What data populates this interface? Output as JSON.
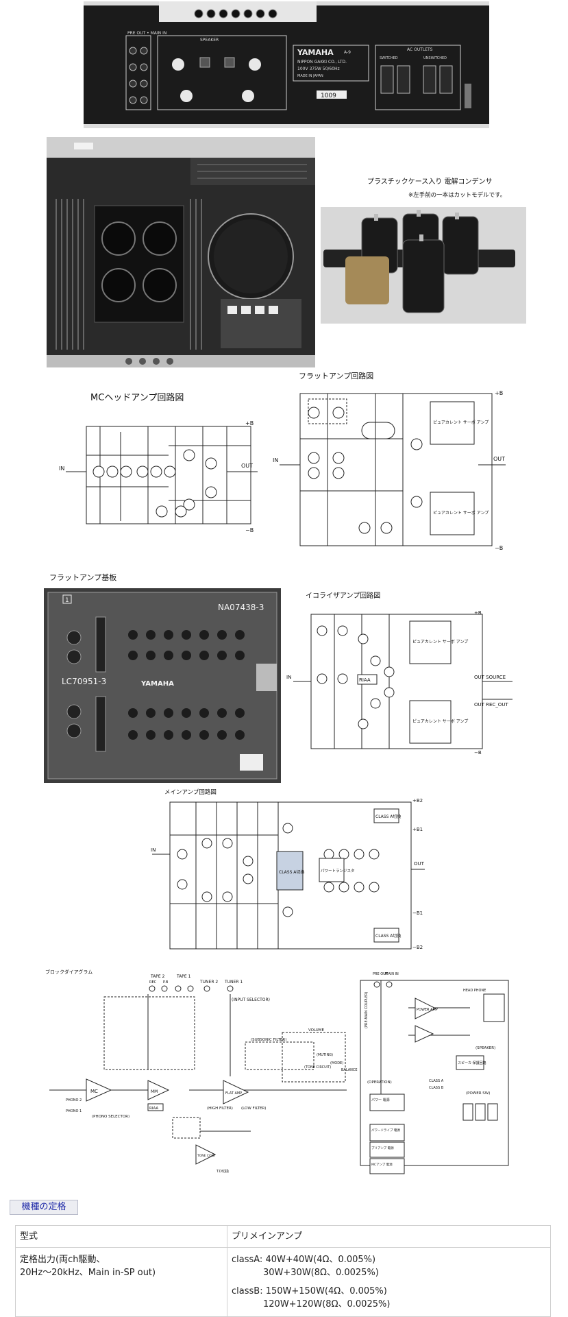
{
  "figures": {
    "rear_panel": {
      "brand": "YAMAHA",
      "model": "A-9",
      "maker": "NIPPON GAKKI CO., LTD.",
      "power": "100V 375W 50/60Hz",
      "made_in": "MADE IN JAPAN",
      "serial": "1009",
      "pre_main_label": "PRE OUT • MAIN IN",
      "speaker_label": "SPEAKER",
      "ac_outlets": "AC OUTLETS",
      "switched": "SWITCHED",
      "unswitched": "UNSWITCHED"
    },
    "capacitor_photo": {
      "caption": "プラスチックケース入り 電解コンデンサ",
      "note": "※左手前の一本はカットモデルです。"
    },
    "mc_head_amp": {
      "title": "MCヘッドアンプ回路図",
      "in": "IN",
      "out": "OUT",
      "plus_b": "+B",
      "minus_b": "−B"
    },
    "flat_amp": {
      "title": "フラットアンプ回路図",
      "in": "IN",
      "out": "OUT",
      "plus_b": "+B",
      "minus_b": "−B",
      "servo_box": "ピュアカレント サーボ アンプ"
    },
    "flat_amp_board": {
      "title": "フラットアンプ基板",
      "code_a": "NA07438-3",
      "code_b": "LC70951-3",
      "brand": "YAMAHA",
      "mark": "1"
    },
    "equalizer_amp": {
      "title": "イコライザアンプ回路図",
      "in": "IN",
      "riaa": "RIAA",
      "out_source": "OUT SOURCE",
      "out_rec": "OUT REC_OUT",
      "plus_b": "+B",
      "minus_b": "−B",
      "servo_box": "ピュアカレント サーボ アンプ"
    },
    "main_amp": {
      "title": "メインアンプ回路図",
      "in": "IN",
      "out": "OUT",
      "plus_b2": "+B2",
      "plus_b1": "+B1",
      "minus_b1": "−B1",
      "minus_b2": "−B2",
      "class_a_switch": "CLASS A切換",
      "class_a_bias": "CLASS A切換",
      "power_transistor": "パワートランジスタ",
      "class_box": "CLASS A切換"
    },
    "block_diagram": {
      "title": "ブロックダイアグラム",
      "tape2": "TAPE 2",
      "tape1": "TAPE 1",
      "tuner2": "TUNER 2",
      "tuner1": "TUNER 1",
      "rec": "REC",
      "pb": "P.B",
      "input_selector": "(INPUT SELECTOR)",
      "phono_selector": "(PHONO SELECTOR)",
      "subsonic_filter": "(SUBSONIC FILTER)",
      "volume": "VOLUME",
      "tone_circuit": "(TONE CIRCUIT)",
      "muting": "(MUTING)",
      "mode": "(MODE)",
      "balance": "BALANCE",
      "high_filter": "(HIGH FILTER)",
      "low_filter": "(LOW FILTER)",
      "pre_main_coupler": "(PRE-MAIN COUPLER)",
      "pre_out": "PRE OUT",
      "main_in": "MAIN IN",
      "head_phone": "HEAD PHONE",
      "speaker": "(SPEAKER)",
      "operation": "(OPERATION)",
      "power_sw": "(POWER SW)",
      "mc": "MC",
      "mm": "MM",
      "riaa": "RIAA",
      "flat_amp": "FLAT AMP",
      "power_amp": "POWER AMP",
      "tone_cont": "TONE CONT",
      "td_switch": "T.D切換",
      "speaker_protect": "スピーカ 保護回路",
      "power_supply": "パワー 電源",
      "driver_supply": "パワードライブ 電源",
      "preamp_supply": "プリアンプ 電源",
      "mcamp_supply": "MCアンプ 電源",
      "phono1": "PHONO 1",
      "phono2": "PHONO 2",
      "class_a": "CLASS A",
      "class_b": "CLASS B"
    }
  },
  "specs": {
    "heading": "機種の定格",
    "header": {
      "label": "型式",
      "value": "プリメインアンプ"
    },
    "rated_output": {
      "label_line1": "定格出力(両ch駆動、",
      "label_line2": "20Hz～20kHz、Main in-SP out)",
      "class_a_line1": "classA: 40W+40W(4Ω、0.005%)",
      "class_a_line2": "30W+30W(8Ω、0.0025%)",
      "class_b_line1": "classB: 150W+150W(4Ω、0.005%)",
      "class_b_line2": "120W+120W(8Ω、0.0025%)"
    }
  }
}
